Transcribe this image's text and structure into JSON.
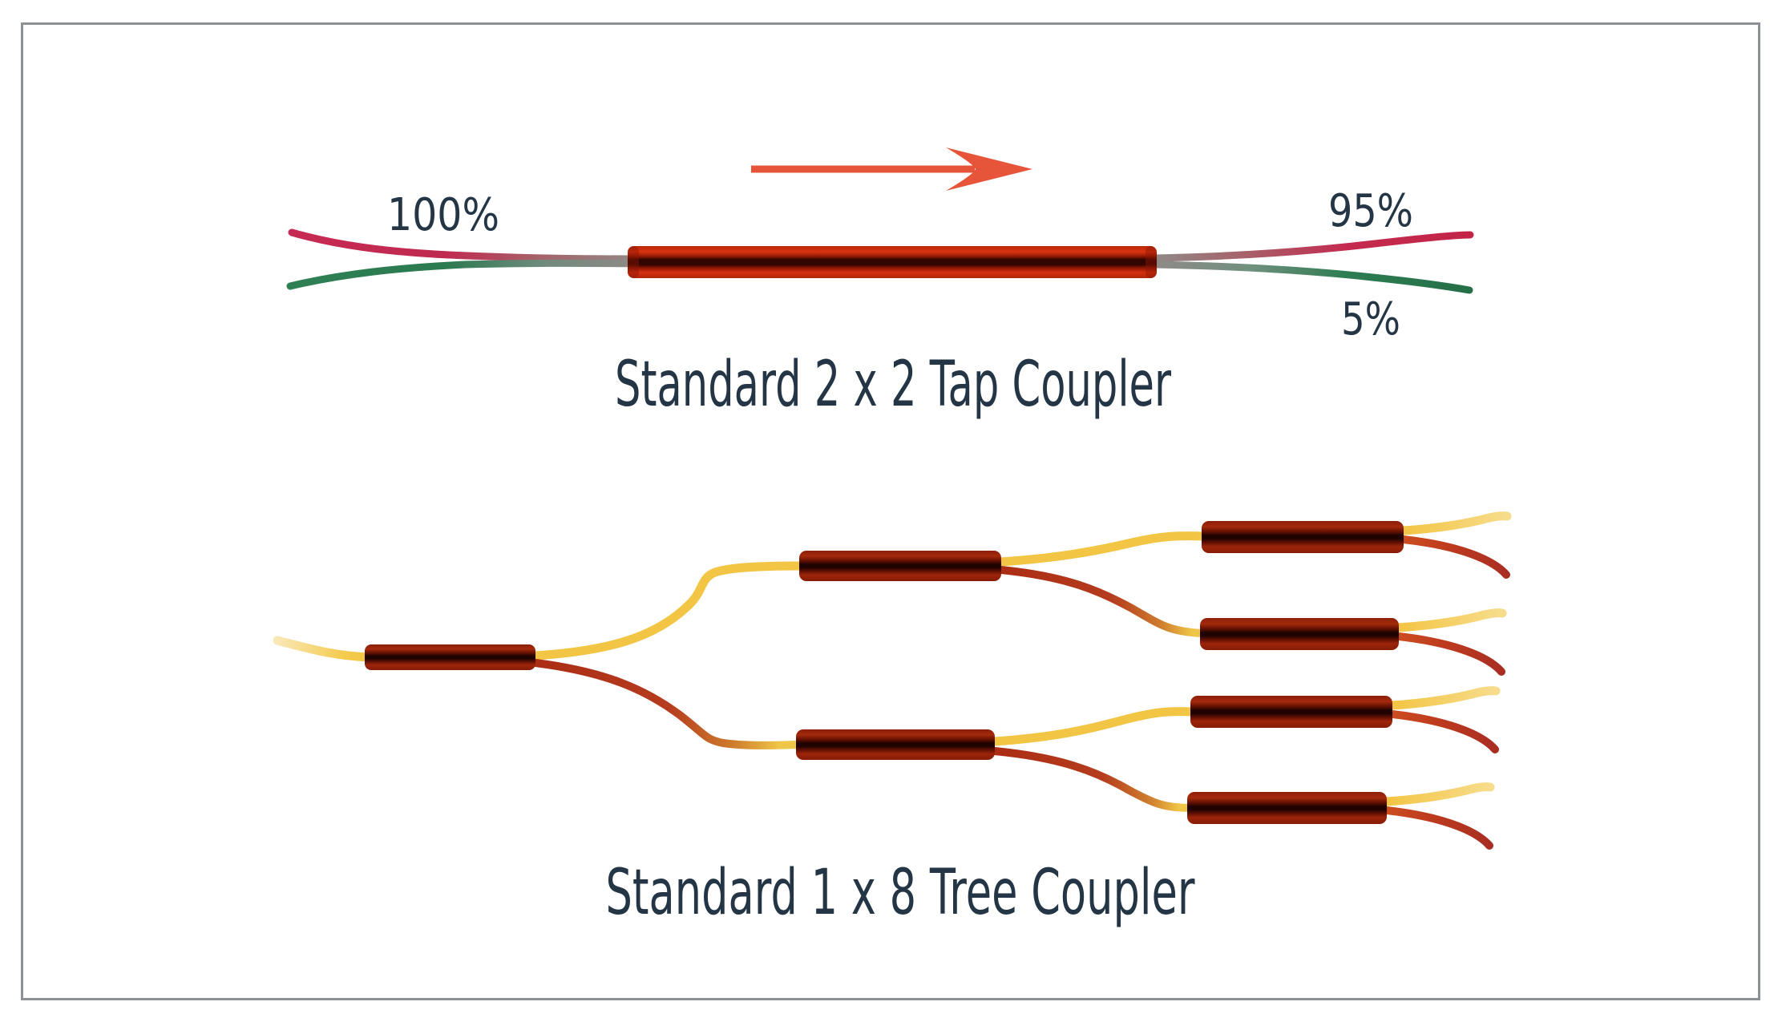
{
  "diagram": {
    "background_color": "#ffffff",
    "border_color": "#8d9094",
    "text_color": "#243645"
  },
  "tap_coupler_2x2": {
    "title": "Standard 2 x 2 Tap Coupler",
    "input_power_label": "100%",
    "through_output_label": "95%",
    "tap_output_label": "5%",
    "flow_direction": "left-to-right",
    "arrow_color": "#e6553a",
    "coupler_body_color": "#d43010",
    "coupler_stripe_color": "#310500",
    "input_fiber_top_color": "#c62a52",
    "input_fiber_bottom_color": "#2e8054",
    "fused_region_color": "#908a86"
  },
  "tree_coupler_1x8": {
    "title": "Standard 1 x 8 Tree Coupler",
    "stages": 3,
    "coupler_count": 7,
    "output_count": 8,
    "coupler_body_color": "#a42a0c",
    "coupler_stripe_color": "#1e0300",
    "fiber_primary_color": "#f3c544",
    "fiber_secondary_color": "#b53c1e"
  }
}
